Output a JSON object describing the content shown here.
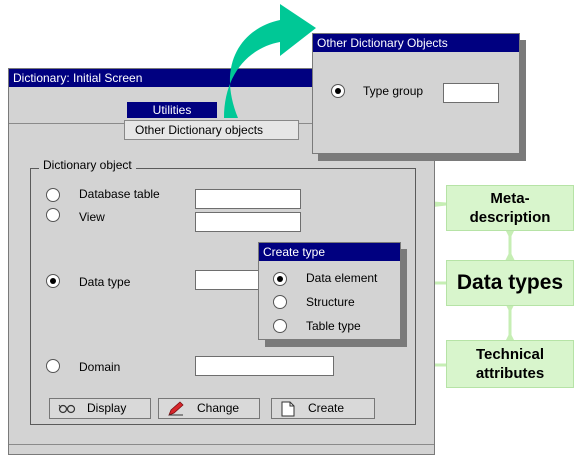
{
  "main_window": {
    "title": "Dictionary: Initial Screen",
    "menu": "Utilities",
    "menu_item": "Other Dictionary objects",
    "group_label": "Dictionary object",
    "options": [
      {
        "label": "Database table",
        "selected": false
      },
      {
        "label": "View",
        "selected": false
      },
      {
        "label": "Data type",
        "selected": true
      },
      {
        "label": "Domain",
        "selected": false
      }
    ],
    "buttons": {
      "display": "Display",
      "change": "Change",
      "create": "Create"
    }
  },
  "popup_other": {
    "title": "Other Dictionary Objects",
    "option_label": "Type group",
    "selected": true
  },
  "popup_create": {
    "title": "Create type",
    "options": [
      {
        "label": "Data element",
        "selected": true
      },
      {
        "label": "Structure",
        "selected": false
      },
      {
        "label": "Table type",
        "selected": false
      }
    ]
  },
  "annotations": {
    "meta": "Meta-\ndescription",
    "types": "Data types",
    "technical": "Technical\nattributes"
  },
  "colors": {
    "title_bar": "#000080",
    "arrow": "#00c896",
    "annotation_bg": "#d8f5cc",
    "annotation_arrow": "#c6eeb4"
  }
}
